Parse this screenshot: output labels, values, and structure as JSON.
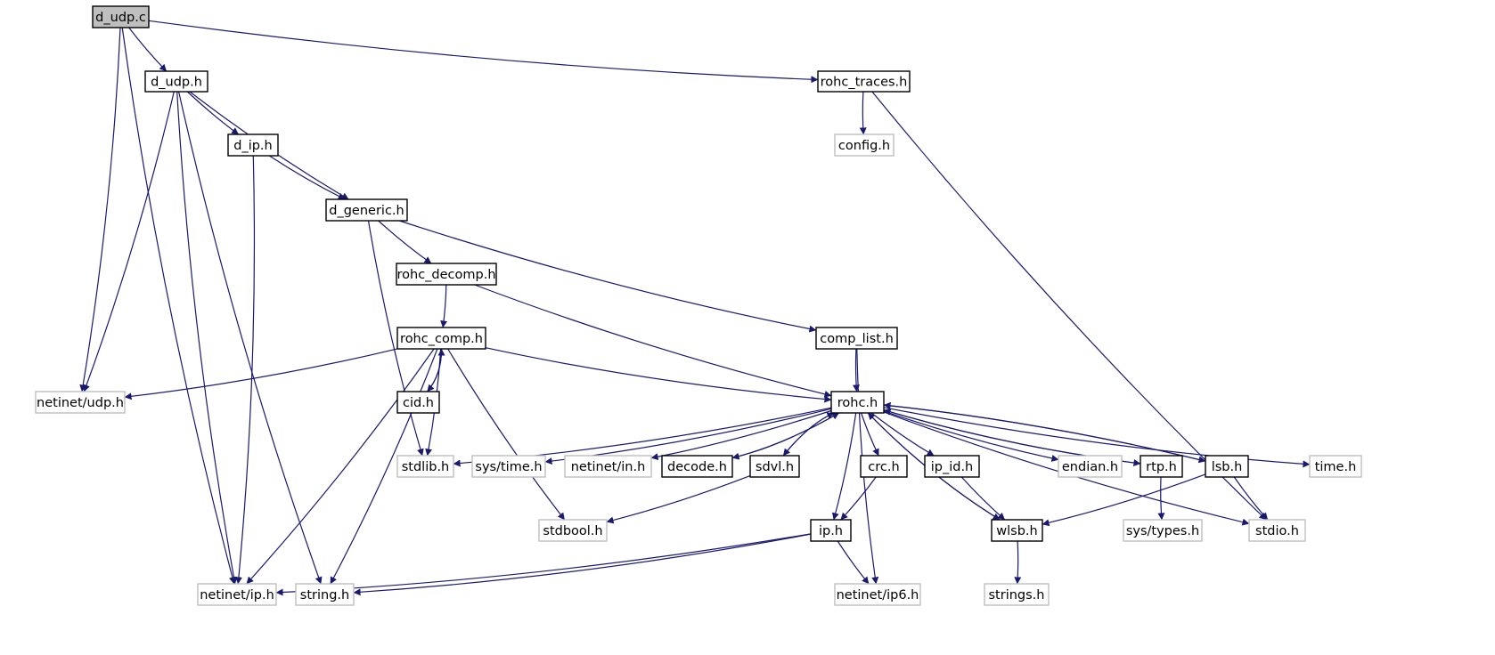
{
  "colors": {
    "edge": "#191970",
    "local_border": "#000000",
    "external_border": "#bfbfbf",
    "root_fill": "#bfbfbf",
    "fill": "#ffffff"
  },
  "nodes": {
    "d_udp_c": {
      "label": "d_udp.c",
      "kind": "root"
    },
    "d_udp_h": {
      "label": "d_udp.h",
      "kind": "local"
    },
    "rohc_traces_h": {
      "label": "rohc_traces.h",
      "kind": "local"
    },
    "d_ip_h": {
      "label": "d_ip.h",
      "kind": "local"
    },
    "config_h": {
      "label": "config.h",
      "kind": "external"
    },
    "d_generic_h": {
      "label": "d_generic.h",
      "kind": "local"
    },
    "rohc_decomp_h": {
      "label": "rohc_decomp.h",
      "kind": "local"
    },
    "rohc_comp_h": {
      "label": "rohc_comp.h",
      "kind": "local"
    },
    "comp_list_h": {
      "label": "comp_list.h",
      "kind": "local"
    },
    "netinet_udp_h": {
      "label": "netinet/udp.h",
      "kind": "external"
    },
    "cid_h": {
      "label": "cid.h",
      "kind": "local"
    },
    "rohc_h": {
      "label": "rohc.h",
      "kind": "local"
    },
    "stdlib_h": {
      "label": "stdlib.h",
      "kind": "external"
    },
    "sys_time_h": {
      "label": "sys/time.h",
      "kind": "external"
    },
    "netinet_in_h": {
      "label": "netinet/in.h",
      "kind": "external"
    },
    "decode_h": {
      "label": "decode.h",
      "kind": "local"
    },
    "sdvl_h": {
      "label": "sdvl.h",
      "kind": "local"
    },
    "crc_h": {
      "label": "crc.h",
      "kind": "local"
    },
    "ip_id_h": {
      "label": "ip_id.h",
      "kind": "local"
    },
    "endian_h": {
      "label": "endian.h",
      "kind": "external"
    },
    "rtp_h": {
      "label": "rtp.h",
      "kind": "local"
    },
    "lsb_h": {
      "label": "lsb.h",
      "kind": "local"
    },
    "time_h": {
      "label": "time.h",
      "kind": "external"
    },
    "stdbool_h": {
      "label": "stdbool.h",
      "kind": "external"
    },
    "ip_h": {
      "label": "ip.h",
      "kind": "local"
    },
    "wlsb_h": {
      "label": "wlsb.h",
      "kind": "local"
    },
    "sys_types_h": {
      "label": "sys/types.h",
      "kind": "external"
    },
    "stdio_h": {
      "label": "stdio.h",
      "kind": "external"
    },
    "netinet_ip_h": {
      "label": "netinet/ip.h",
      "kind": "external"
    },
    "string_h": {
      "label": "string.h",
      "kind": "external"
    },
    "netinet_ip6_h": {
      "label": "netinet/ip6.h",
      "kind": "external"
    },
    "strings_h": {
      "label": "strings.h",
      "kind": "external"
    }
  },
  "edges": [
    [
      "d_udp_c",
      "d_udp_h"
    ],
    [
      "d_udp_c",
      "rohc_traces_h"
    ],
    [
      "d_udp_c",
      "netinet_udp_h"
    ],
    [
      "d_udp_c",
      "netinet_ip_h"
    ],
    [
      "d_udp_h",
      "d_ip_h"
    ],
    [
      "d_udp_h",
      "d_generic_h"
    ],
    [
      "d_udp_h",
      "netinet_udp_h"
    ],
    [
      "d_udp_h",
      "netinet_ip_h"
    ],
    [
      "d_udp_h",
      "string_h"
    ],
    [
      "rohc_traces_h",
      "config_h"
    ],
    [
      "rohc_traces_h",
      "stdio_h"
    ],
    [
      "d_ip_h",
      "d_generic_h"
    ],
    [
      "d_ip_h",
      "netinet_ip_h"
    ],
    [
      "d_generic_h",
      "rohc_decomp_h"
    ],
    [
      "d_generic_h",
      "comp_list_h"
    ],
    [
      "d_generic_h",
      "stdlib_h"
    ],
    [
      "rohc_decomp_h",
      "rohc_comp_h"
    ],
    [
      "rohc_decomp_h",
      "rohc_h"
    ],
    [
      "rohc_comp_h",
      "netinet_udp_h"
    ],
    [
      "rohc_comp_h",
      "cid_h"
    ],
    [
      "rohc_comp_h",
      "rohc_h"
    ],
    [
      "rohc_comp_h",
      "netinet_ip_h"
    ],
    [
      "rohc_comp_h",
      "string_h"
    ],
    [
      "rohc_comp_h",
      "stdbool_h"
    ],
    [
      "rohc_comp_h",
      "stdlib_h"
    ],
    [
      "cid_h",
      "rohc_comp_h"
    ],
    [
      "comp_list_h",
      "rohc_h"
    ],
    [
      "comp_list_h",
      "netinet_ip6_h"
    ],
    [
      "rohc_h",
      "stdlib_h"
    ],
    [
      "rohc_h",
      "sys_time_h"
    ],
    [
      "rohc_h",
      "netinet_in_h"
    ],
    [
      "rohc_h",
      "decode_h"
    ],
    [
      "rohc_h",
      "sdvl_h"
    ],
    [
      "rohc_h",
      "crc_h"
    ],
    [
      "rohc_h",
      "ip_id_h"
    ],
    [
      "rohc_h",
      "endian_h"
    ],
    [
      "rohc_h",
      "rtp_h"
    ],
    [
      "rohc_h",
      "lsb_h"
    ],
    [
      "rohc_h",
      "time_h"
    ],
    [
      "rohc_h",
      "stdio_h"
    ],
    [
      "rohc_h",
      "ip_h"
    ],
    [
      "rohc_h",
      "wlsb_h"
    ],
    [
      "decode_h",
      "rohc_h"
    ],
    [
      "sdvl_h",
      "rohc_h"
    ],
    [
      "sdvl_h",
      "stdbool_h"
    ],
    [
      "crc_h",
      "ip_h"
    ],
    [
      "ip_id_h",
      "wlsb_h"
    ],
    [
      "rtp_h",
      "rohc_h"
    ],
    [
      "rtp_h",
      "sys_types_h"
    ],
    [
      "lsb_h",
      "rohc_h"
    ],
    [
      "lsb_h",
      "wlsb_h"
    ],
    [
      "lsb_h",
      "stdio_h"
    ],
    [
      "wlsb_h",
      "rohc_h"
    ],
    [
      "wlsb_h",
      "strings_h"
    ],
    [
      "ip_h",
      "netinet_ip_h"
    ],
    [
      "ip_h",
      "string_h"
    ],
    [
      "ip_h",
      "netinet_ip6_h"
    ]
  ]
}
